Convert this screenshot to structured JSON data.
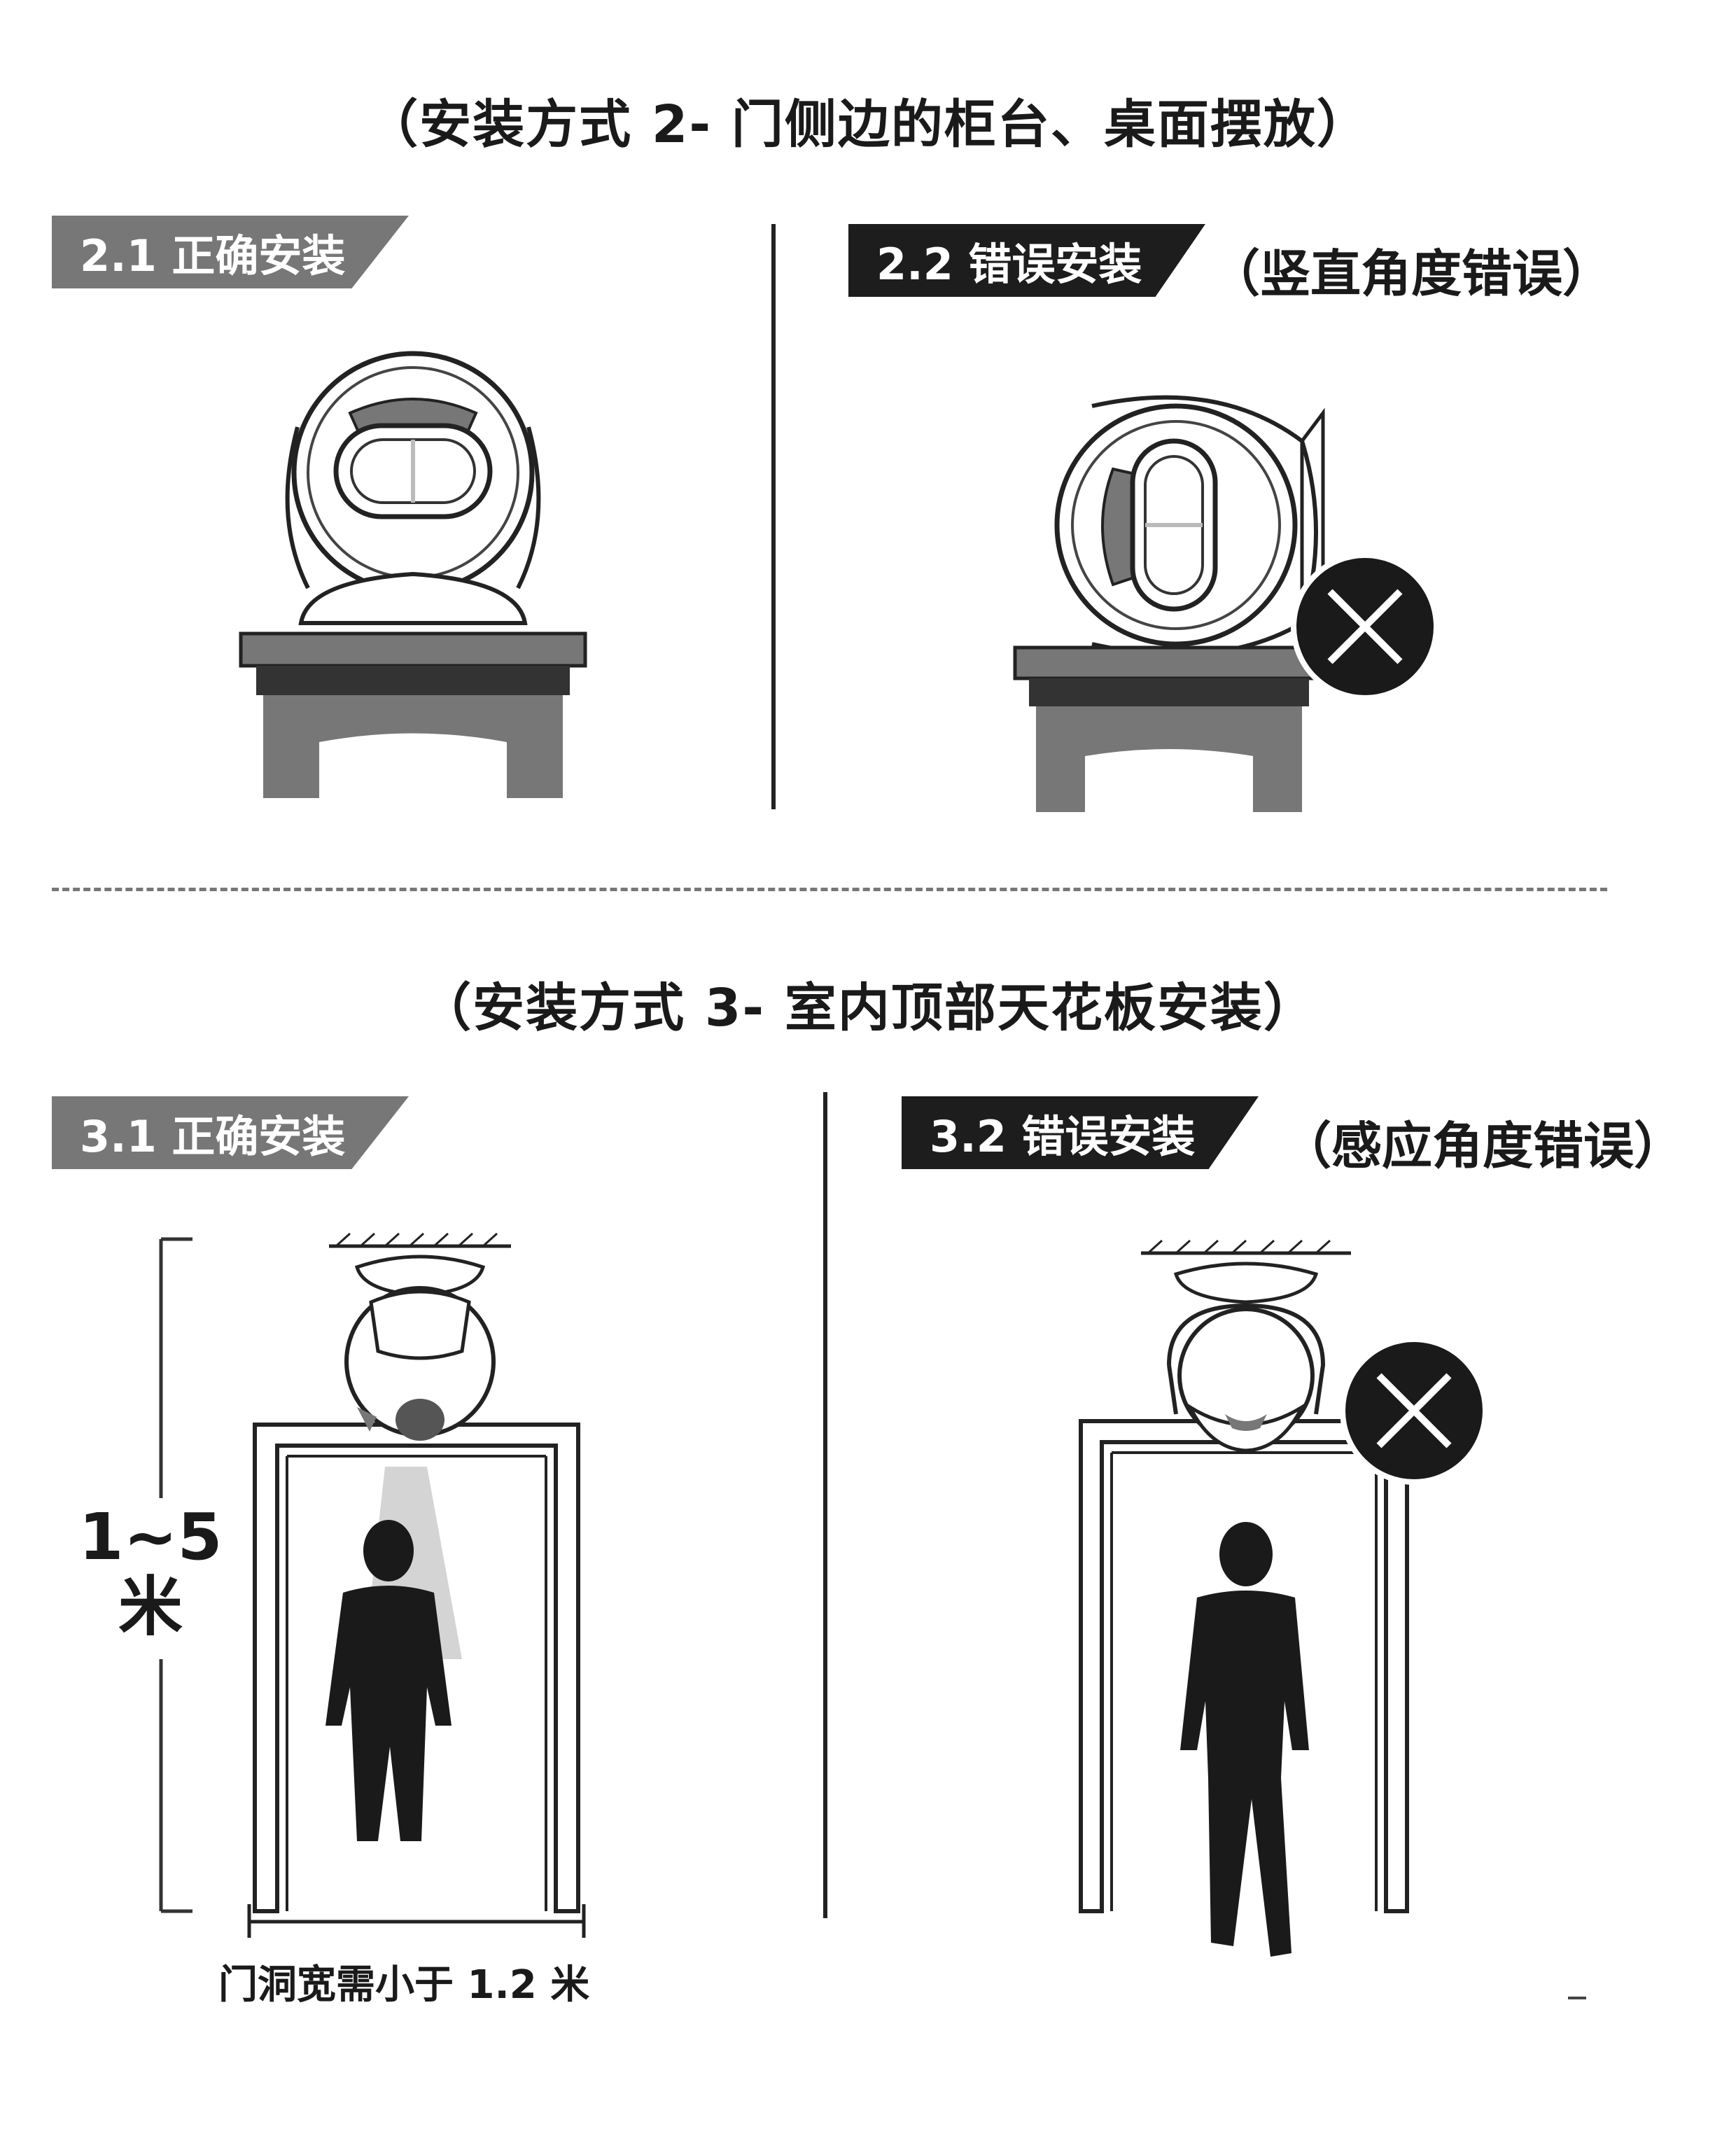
{
  "section2": {
    "title": "（安装方式 2- 门侧边的柜台、桌面摆放）",
    "correct_tag": "2.1 正确安装",
    "wrong_tag": "2.2 错误安装",
    "wrong_note": "（竖直角度错误）"
  },
  "section3": {
    "title": "（安装方式 3- 室内顶部天花板安装）",
    "correct_tag": "3.1 正确安装",
    "wrong_tag": "3.2 错误安装",
    "wrong_note": "（感应角度错误）",
    "height_value": "1~5",
    "height_unit": "米",
    "door_width_label": "门洞宽需小于 1.2 米"
  },
  "colors": {
    "tag_grey": "#777777",
    "tag_dark": "#1d1d1d",
    "wrong_mark": "#1a1a1a"
  },
  "icons": [
    "sensor-device-icon",
    "cabinet-icon",
    "wrong-mark-icon",
    "door-frame-icon",
    "person-silhouette-icon",
    "ceiling-icon"
  ]
}
